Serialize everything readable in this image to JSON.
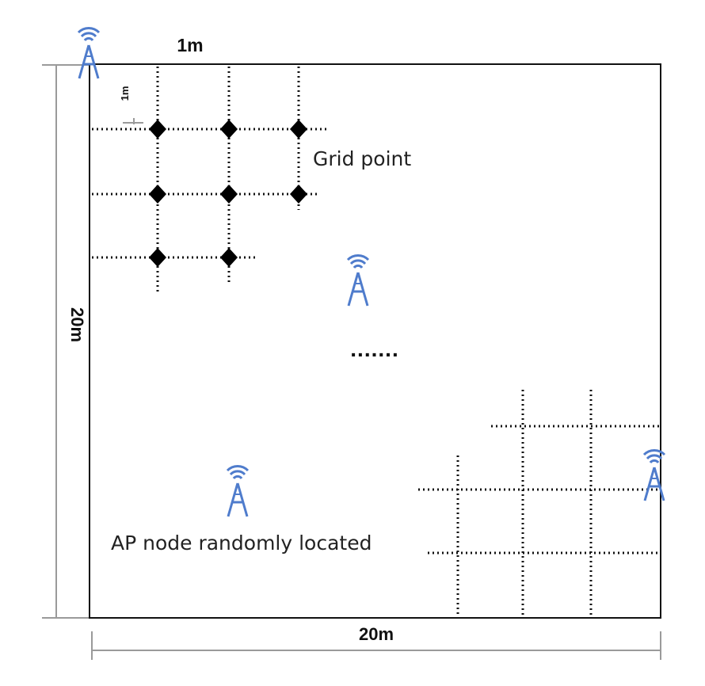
{
  "labels": {
    "top_spacing": "1m",
    "side_spacing": "1m",
    "height": "20m",
    "width": "20m",
    "grid_point": "Grid point",
    "ap_node": "AP node randomly located",
    "ellipsis": "......."
  },
  "colors": {
    "ap_icon": "#4f7ccc",
    "border": "#111111",
    "dimension_line": "#9a9a9a",
    "grid_line": "#111111",
    "grid_point": "#000000"
  },
  "icons": {
    "ap": "antenna-tower-icon",
    "grid_point": "diamond-point-icon"
  }
}
